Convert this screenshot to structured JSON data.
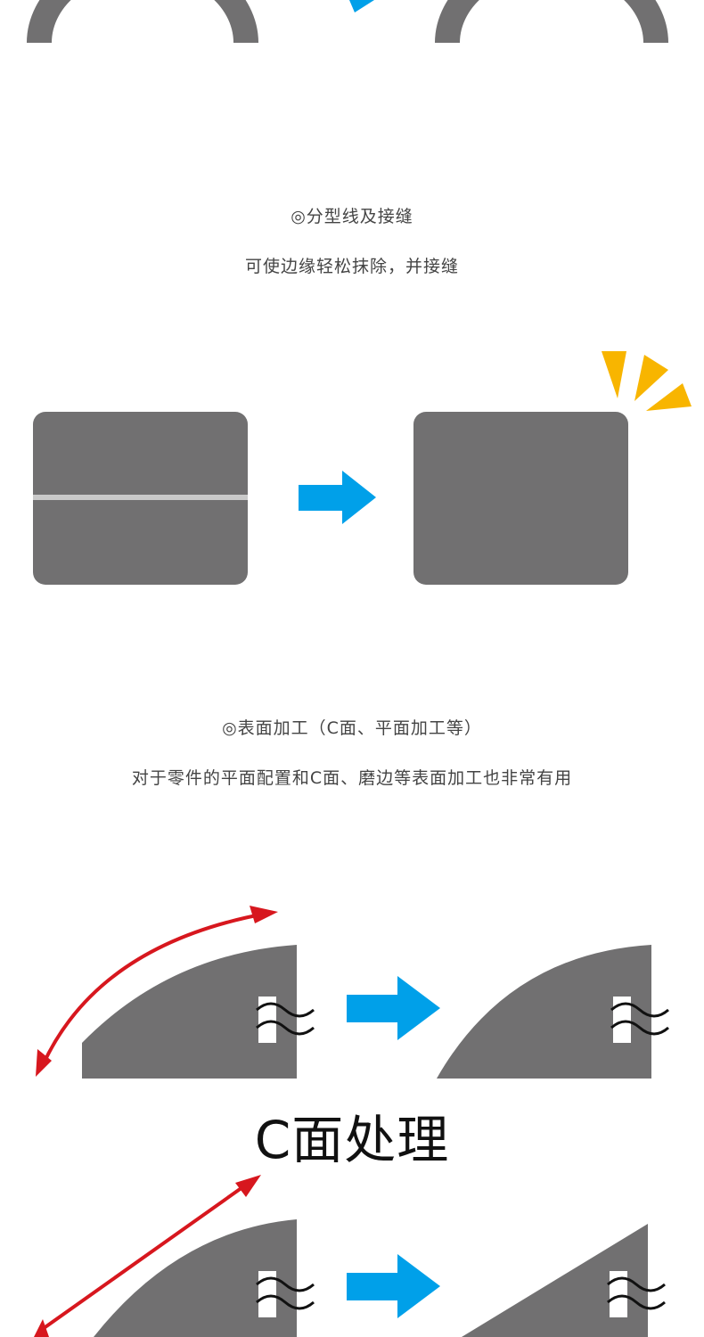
{
  "section_parting": {
    "title": "◎分型线及接缝",
    "description": "可使边缘轻松抹除，并接缝"
  },
  "section_surface": {
    "title": "◎表面加工（C面、平面加工等）",
    "description": "对于零件的平面配置和C面、磨边等表面加工也非常有用"
  },
  "c_face_label": "C面处理",
  "colors": {
    "part_gray": "#717071",
    "arrow_blue": "#00a0e9",
    "arrow_red": "#d7171e",
    "spark_yellow": "#f8b500",
    "seam_line": "#c9c9c9"
  }
}
